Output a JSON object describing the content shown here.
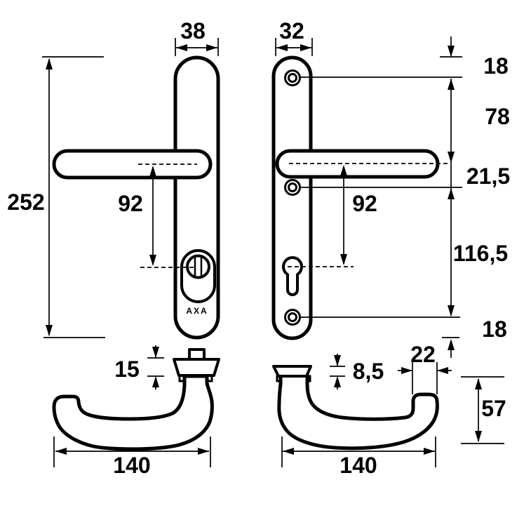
{
  "drawing": {
    "brand": "AXA",
    "colors": {
      "line": "#000000",
      "background": "#ffffff"
    },
    "top": {
      "left_plate_width": "38",
      "right_plate_width": "32"
    },
    "left": {
      "plate_height": "252",
      "handle_to_cylinder": "92"
    },
    "right": {
      "handle_to_cylinder": "92"
    },
    "column": {
      "top_to_screw": "18",
      "screw_to_handle": "78",
      "handle_to_screw": "21,5",
      "screw_to_screw": "116,5",
      "screw_to_bottom": "18"
    },
    "bottom_left": {
      "collar_height": "15",
      "length": "140"
    },
    "bottom_right": {
      "collar_height": "8,5",
      "end_width": "22",
      "depth": "57",
      "length": "140"
    }
  }
}
